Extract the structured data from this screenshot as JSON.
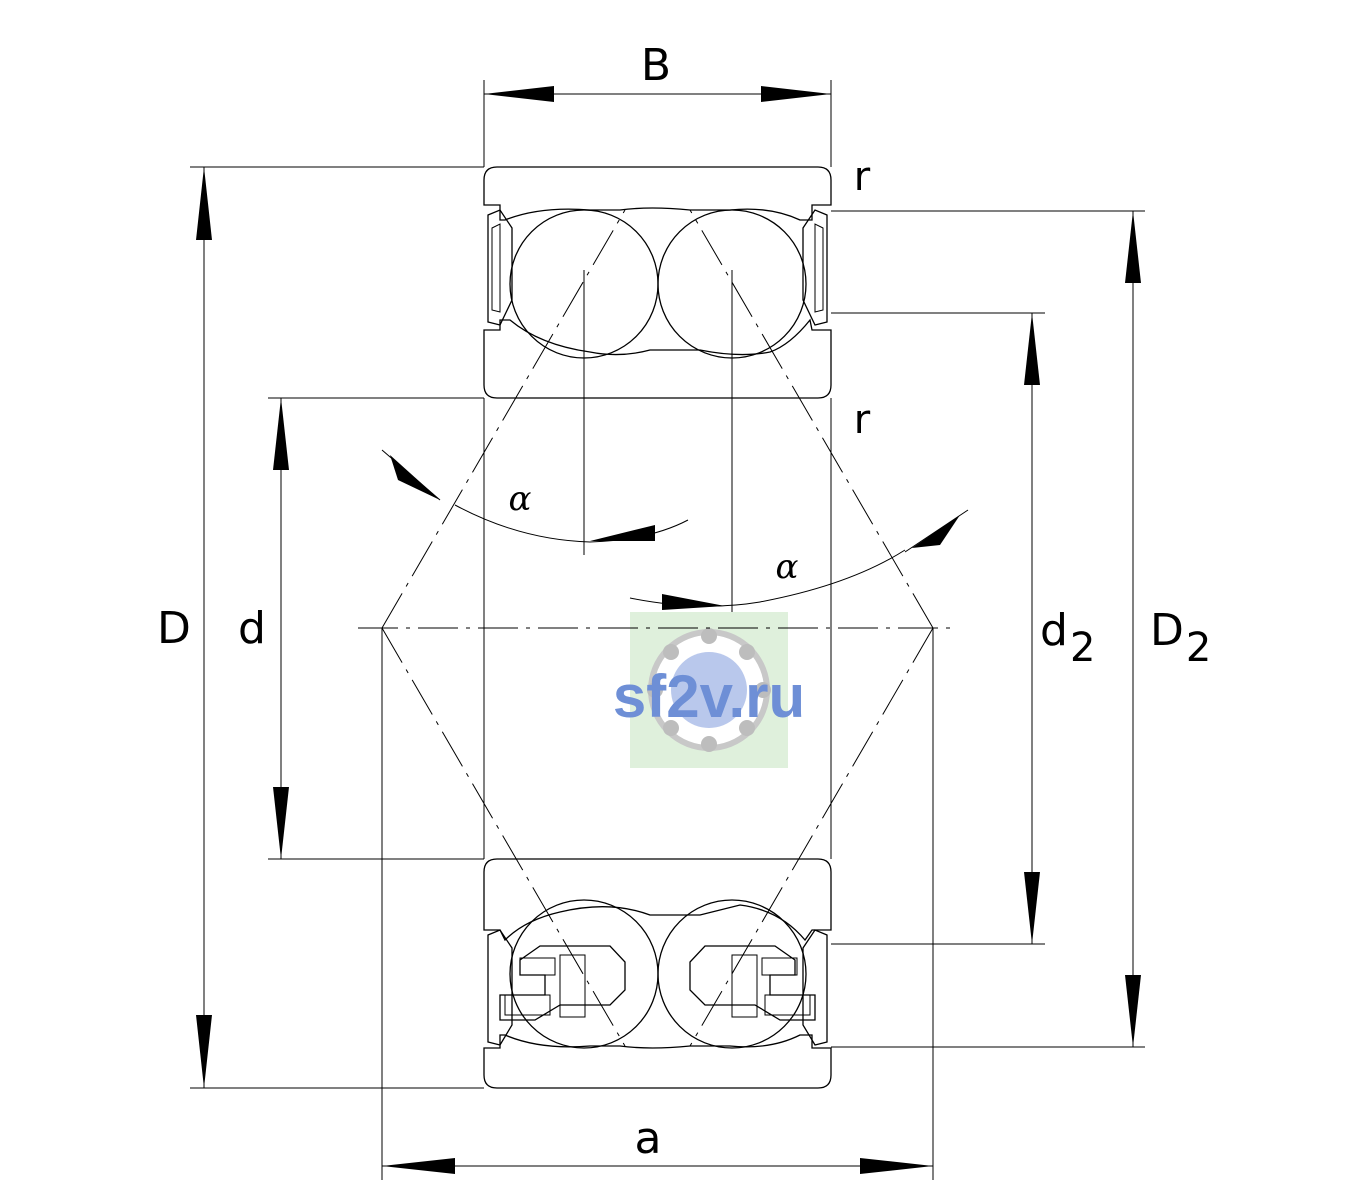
{
  "labels": {
    "B": "B",
    "D": "D",
    "d": "d",
    "d2_main": "d",
    "d2_sub": "2",
    "D2_main": "D",
    "D2_sub": "2",
    "r_top": "r",
    "r_mid": "r",
    "alpha_left": "α",
    "alpha_right": "α",
    "a": "a"
  },
  "watermark": {
    "text": "sf2v.ru",
    "text_color": "#6e8fd6",
    "tile_color": "#dff0dc"
  }
}
